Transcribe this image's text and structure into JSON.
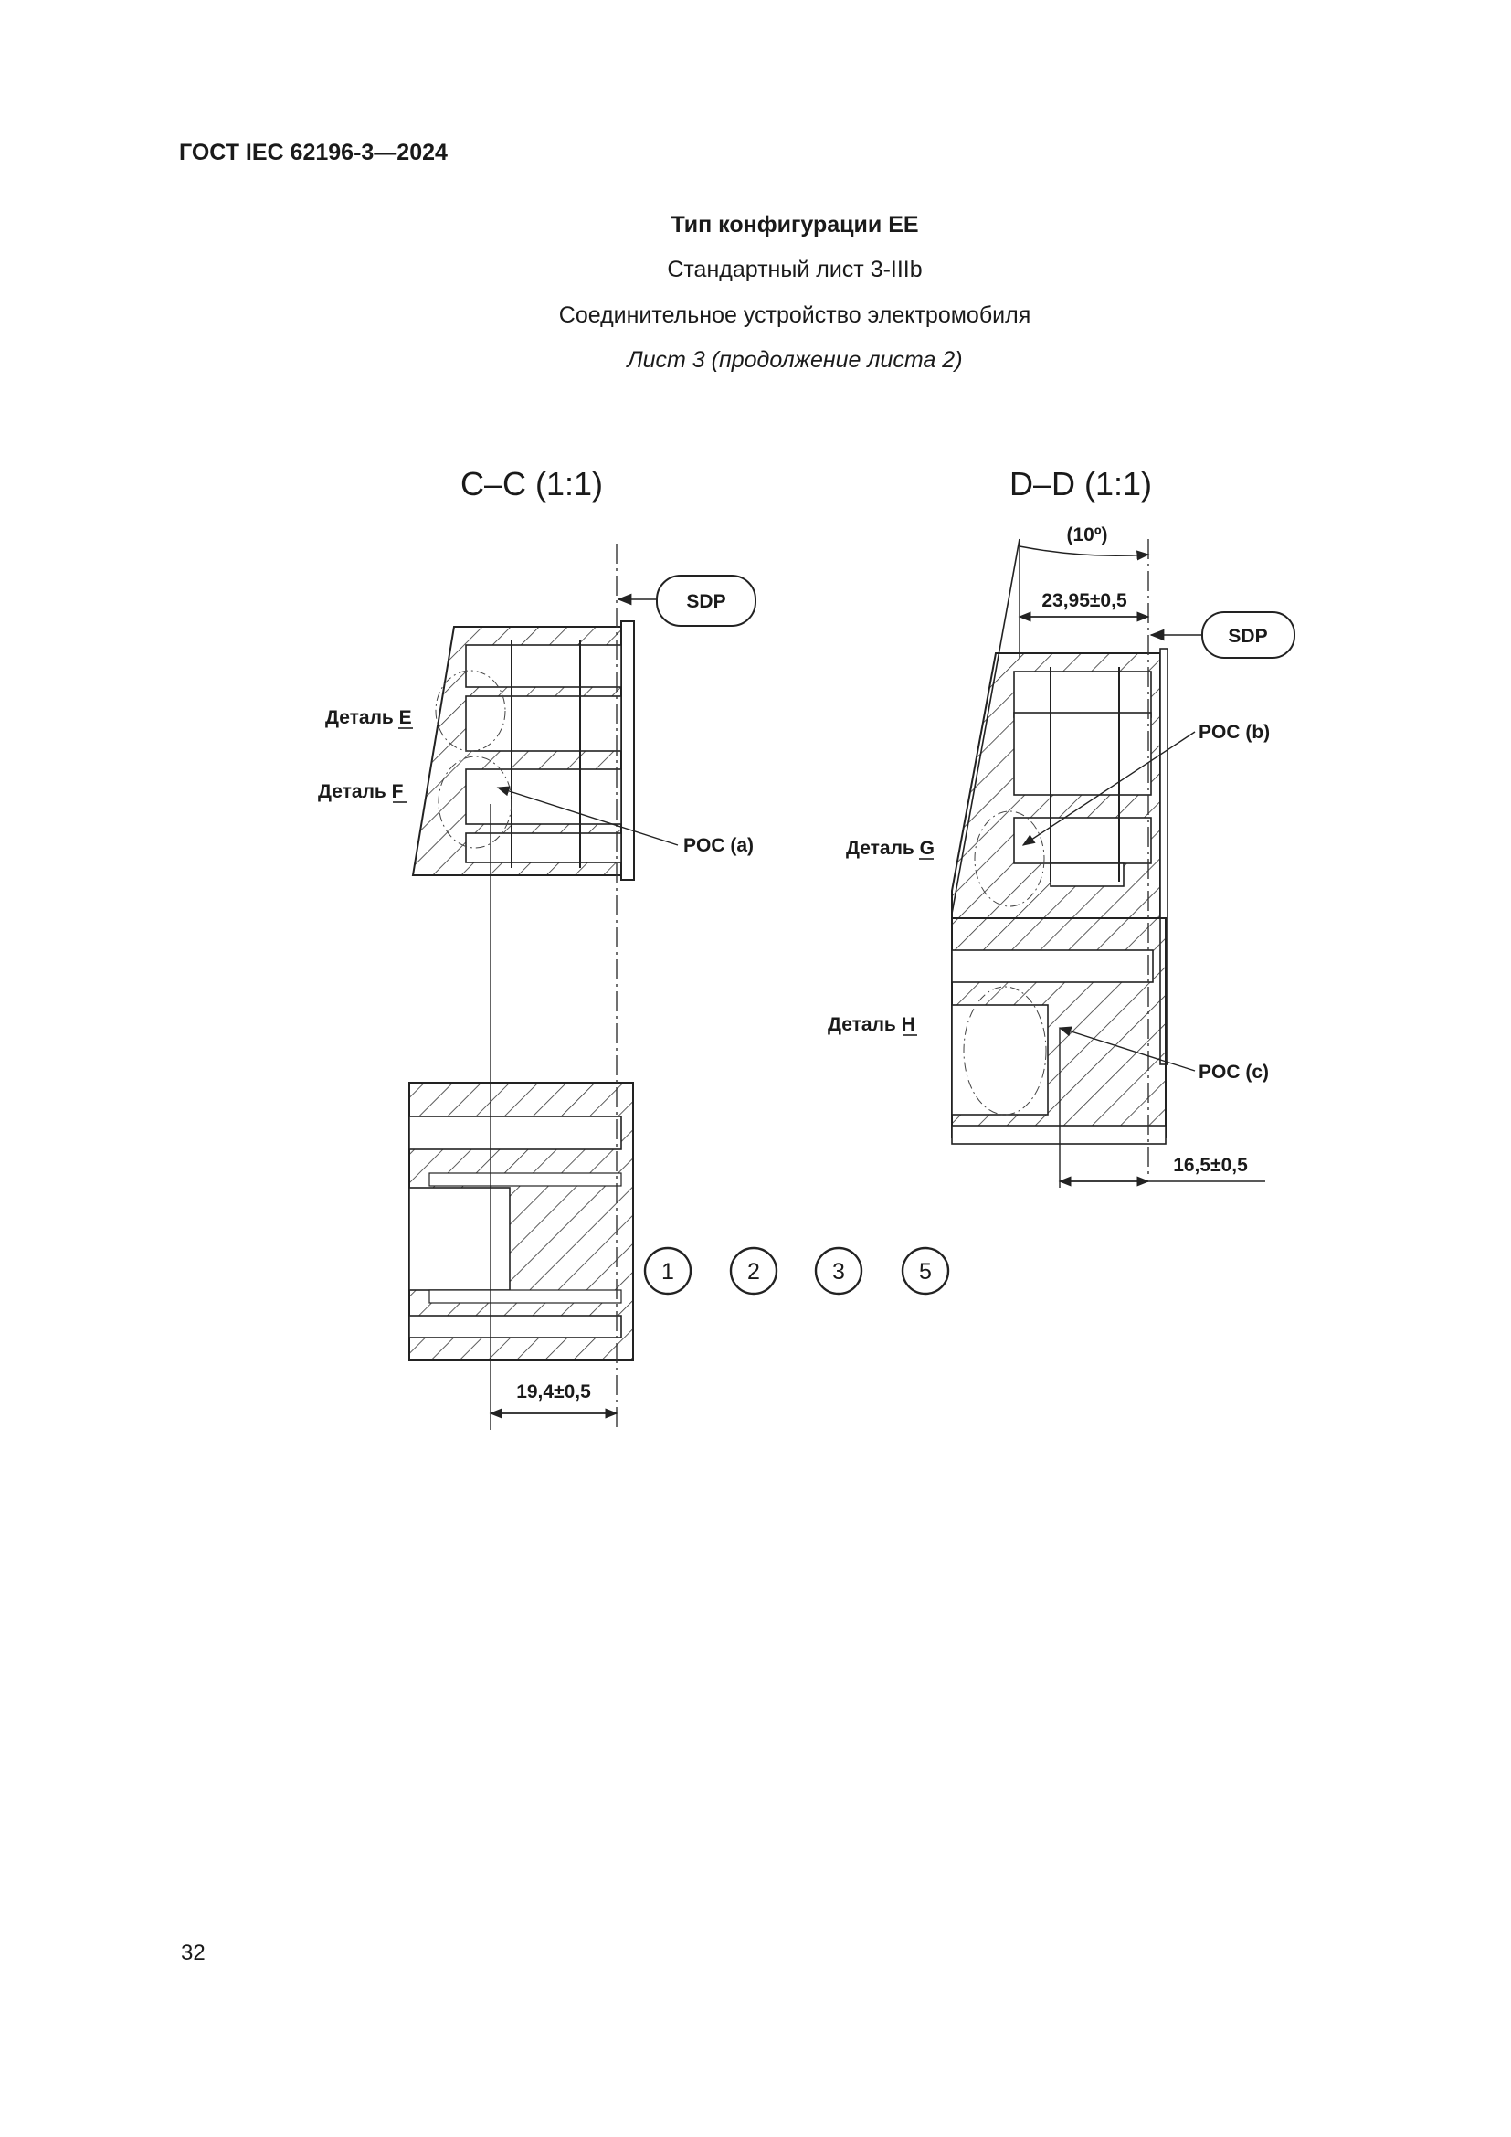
{
  "header": {
    "standard": "ГОСТ IEC 62196-3—2024"
  },
  "title": {
    "configuration": "Тип конфигурации EE",
    "sheet": "Стандартный лист 3-IIIb",
    "device": "Соединительное устройство электромобиля",
    "continuation": "Лист 3 (продолжение листа 2)"
  },
  "drawing": {
    "left_view": {
      "title": "C–C (1:1)",
      "sdp": "SDP",
      "detail_e": "Деталь E",
      "detail_f": "Деталь F",
      "poc": "POC (a)",
      "dimension": "19,4±0,5"
    },
    "right_view": {
      "title": "D–D (1:1)",
      "angle": "(10º)",
      "dimension_top": "23,95±0,5",
      "sdp": "SDP",
      "poc_b": "POC (b)",
      "detail_g": "Деталь G",
      "detail_h": "Деталь H",
      "poc_c": "POC (c)",
      "dimension_bottom": "16,5±0,5"
    }
  },
  "markers": [
    "1",
    "2",
    "3",
    "5"
  ],
  "footer": {
    "page_number": "32"
  }
}
